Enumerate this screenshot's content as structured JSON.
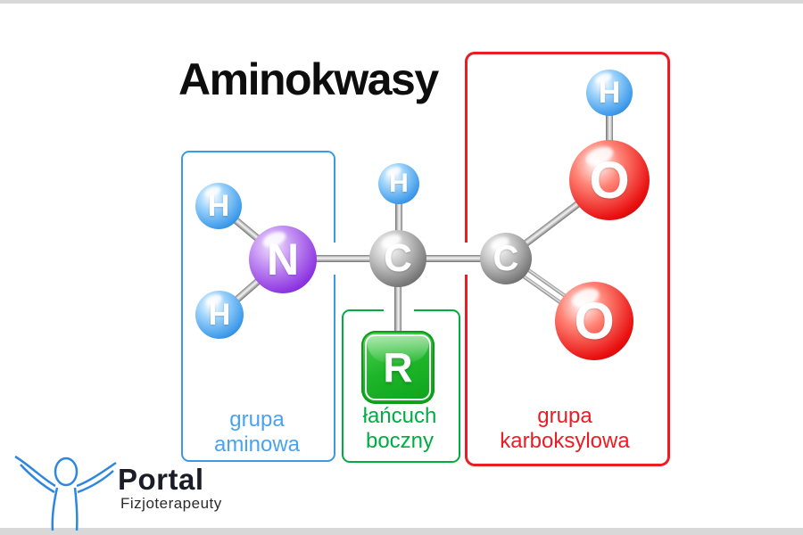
{
  "title": "Aminokwasy",
  "groups": {
    "amino": {
      "label": "grupa aminowa",
      "color": "#3B99E8"
    },
    "side": {
      "label": "łańcuch boczny",
      "color": "#00AD43"
    },
    "carboxyl": {
      "label": "grupa karboksylowa",
      "color": "#EC1C24"
    }
  },
  "molecule": {
    "atoms": [
      {
        "id": "h-amino-top",
        "element": "H"
      },
      {
        "id": "h-amino-bottom",
        "element": "H"
      },
      {
        "id": "nitrogen",
        "element": "N"
      },
      {
        "id": "h-alpha",
        "element": "H"
      },
      {
        "id": "c-alpha",
        "element": "C"
      },
      {
        "id": "c-carboxyl",
        "element": "C"
      },
      {
        "id": "o-hydroxyl",
        "element": "O"
      },
      {
        "id": "h-hydroxyl",
        "element": "H"
      },
      {
        "id": "o-double-bond",
        "element": "O"
      }
    ],
    "r_group_label": "R",
    "atom_colors": {
      "hydrogen": "#3E9AEA",
      "nitrogen": "#8b32df",
      "carbon": "#757575",
      "oxygen": "#e81010"
    }
  },
  "logo": {
    "name": "Portal",
    "subtitle": "Fizjoterapeuty"
  }
}
